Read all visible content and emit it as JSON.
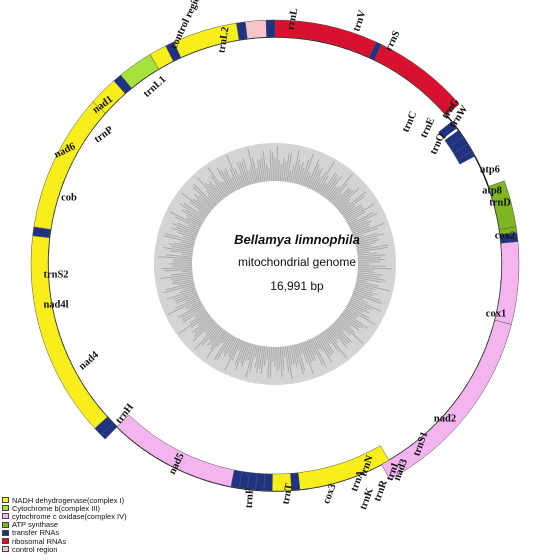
{
  "center": {
    "title": "Bellamya limnophila",
    "subtitle": "mitochondrial genome",
    "size": "16,991 bp"
  },
  "colors": {
    "nadh": "#f7ee1b",
    "cob": "#a6e23d",
    "cox": "#f3b4ef",
    "atp": "#7fb51f",
    "trna": "#1f3284",
    "rrna": "#d8112e",
    "control": "#f7c4c9"
  },
  "legend": [
    {
      "key": "nadh",
      "label": "NADH dehydrogenase(complex I)",
      "color": "#f7ee1b"
    },
    {
      "key": "cob",
      "label": "Cytochrome b(complex III)",
      "color": "#a6e23d"
    },
    {
      "key": "cox",
      "label": "cytochrome c oxidase(complex IV)",
      "color": "#f3b4ef"
    },
    {
      "key": "atp",
      "label": "ATP synthase",
      "color": "#7fb51f"
    },
    {
      "key": "trna",
      "label": "transfer RNAs",
      "color": "#1f3284"
    },
    {
      "key": "rrna",
      "label": "ribosomal RNAs",
      "color": "#d8112e"
    },
    {
      "key": "control",
      "label": "control region",
      "color": "#f7c4c9"
    }
  ],
  "genes": [
    {
      "name": "rrnL",
      "type": "rrna",
      "strand": "outer"
    },
    {
      "name": "trnV",
      "type": "trna",
      "strand": "outer"
    },
    {
      "name": "rrnS",
      "type": "rrna",
      "strand": "outer"
    },
    {
      "name": "trnC",
      "type": "trna",
      "strand": "inner"
    },
    {
      "name": "trnE",
      "type": "trna",
      "strand": "inner"
    },
    {
      "name": "trnQ",
      "type": "trna",
      "strand": "inner"
    },
    {
      "name": "trnG",
      "type": "trna",
      "strand": "inner"
    },
    {
      "name": "trnW",
      "type": "trna",
      "strand": "inner"
    },
    {
      "name": "atp6",
      "type": "atp",
      "strand": "outer"
    },
    {
      "name": "atp8",
      "type": "atp",
      "strand": "outer"
    },
    {
      "name": "trnD",
      "type": "trna",
      "strand": "outer"
    },
    {
      "name": "cox2",
      "type": "cox",
      "strand": "outer"
    },
    {
      "name": "cox1",
      "type": "cox",
      "strand": "outer"
    },
    {
      "name": "nad2",
      "type": "nadh",
      "strand": "inner"
    },
    {
      "name": "trnS1",
      "type": "trna",
      "strand": "inner"
    },
    {
      "name": "nad3",
      "type": "nadh",
      "strand": "inner"
    },
    {
      "name": "trnI",
      "type": "trna",
      "strand": "inner"
    },
    {
      "name": "trnR",
      "type": "trna",
      "strand": "inner"
    },
    {
      "name": "trnN",
      "type": "trna",
      "strand": "inner"
    },
    {
      "name": "trnA",
      "type": "trna",
      "strand": "inner"
    },
    {
      "name": "trnK",
      "type": "trna",
      "strand": "inner"
    },
    {
      "name": "cox3",
      "type": "cox",
      "strand": "inner"
    },
    {
      "name": "trnT",
      "type": "trna",
      "strand": "outer"
    },
    {
      "name": "trnF",
      "type": "trna",
      "strand": "outer"
    },
    {
      "name": "nad5",
      "type": "nadh",
      "strand": "outer"
    },
    {
      "name": "trnH",
      "type": "trna",
      "strand": "outer"
    },
    {
      "name": "nad4",
      "type": "nadh",
      "strand": "outer"
    },
    {
      "name": "nad4l",
      "type": "nadh",
      "strand": "outer"
    },
    {
      "name": "trnS2",
      "type": "trna",
      "strand": "outer"
    },
    {
      "name": "cob",
      "type": "cob",
      "strand": "outer"
    },
    {
      "name": "nad6",
      "type": "nadh",
      "strand": "outer"
    },
    {
      "name": "trnP",
      "type": "trna",
      "strand": "outer"
    },
    {
      "name": "nad1",
      "type": "nadh",
      "strand": "outer"
    },
    {
      "name": "trnL1",
      "type": "trna",
      "strand": "outer"
    },
    {
      "name": "control region",
      "type": "control",
      "strand": "outer"
    },
    {
      "name": "trnL2",
      "type": "trna",
      "strand": "outer"
    }
  ]
}
